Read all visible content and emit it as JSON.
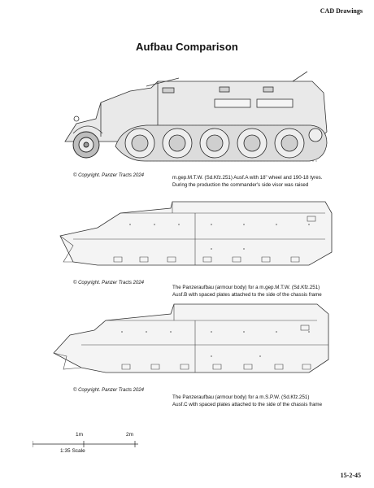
{
  "header": {
    "section_label": "CAD Drawings"
  },
  "page_title": "Aufbau Comparison",
  "figures": [
    {
      "copyright": "© Copyright. Panzer Tracts 2024",
      "caption_lines": [
        "m.gep.M.T.W. (Sd.Kfz.251) Ausf.A with 18\" wheel and 190-18 tyres.",
        "During the production the commander's side visor was raised"
      ]
    },
    {
      "copyright": "© Copyright. Panzer Tracts 2024",
      "caption_lines": [
        "The Panzeraufbau (armour body) for a m.gep.M.T.W. (Sd.Kfz.251)",
        "Ausf.B with spaced plates attached to the side of the chassis frame"
      ]
    },
    {
      "copyright": "© Copyright. Panzer Tracts 2024",
      "caption_lines": [
        "The Panzeraufbau (armour body) for a m.S.P.W. (Sd.Kfz.251)",
        "Ausf.C with spaced plates attached to the side of the chassis frame"
      ]
    }
  ],
  "scale": {
    "tick_1": "1m",
    "tick_2": "2m",
    "label": "1:35 Scale"
  },
  "page_number": "15-2-45"
}
